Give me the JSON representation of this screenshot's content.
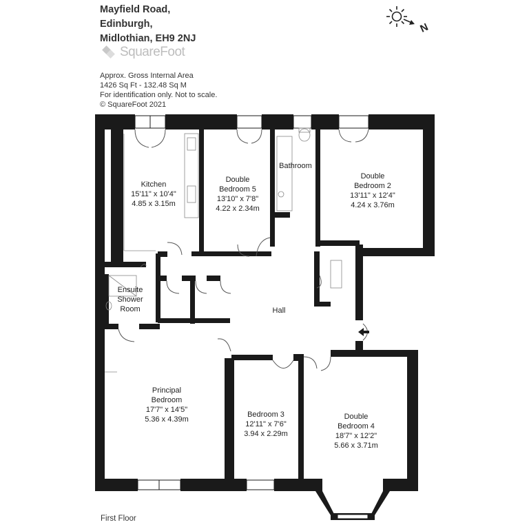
{
  "address": {
    "line1": "Mayfield Road,",
    "line2": "Edinburgh,",
    "line3": "Midlothian, EH9 2NJ"
  },
  "logo": {
    "text": "SquareFoot"
  },
  "info": {
    "area_label": "Approx. Gross Internal Area",
    "area_value": "1426 Sq Ft  -  132.48 Sq M",
    "disclaimer": "For identification only. Not to scale.",
    "copyright": "© SquareFoot 2021"
  },
  "compass": {
    "direction": "N",
    "icon": "sun-north-arrow-icon"
  },
  "floor": {
    "label": "First Floor"
  },
  "rooms": {
    "kitchen": {
      "name": "Kitchen",
      "imperial": "15'11\" x 10'4\"",
      "metric": "4.85 x 3.15m"
    },
    "bedroom5": {
      "name1": "Double",
      "name2": "Bedroom 5",
      "imperial": "13'10\" x 7'8\"",
      "metric": "4.22 x 2.34m"
    },
    "bathroom": {
      "name": "Bathroom"
    },
    "bedroom2": {
      "name1": "Double",
      "name2": "Bedroom 2",
      "imperial": "13'11\" x 12'4\"",
      "metric": "4.24 x 3.76m"
    },
    "ensuite": {
      "name1": "Ensuite",
      "name2": "Shower",
      "name3": "Room"
    },
    "hall": {
      "name": "Hall"
    },
    "principal": {
      "name1": "Principal",
      "name2": "Bedroom",
      "imperial": "17'7\" x 14'5\"",
      "metric": "5.36 x 4.39m"
    },
    "bedroom3": {
      "name": "Bedroom 3",
      "imperial": "12'11\" x 7'6\"",
      "metric": "3.94 x 2.29m"
    },
    "bedroom4": {
      "name1": "Double",
      "name2": "Bedroom 4",
      "imperial": "18'7\" x 12'2\"",
      "metric": "5.66 x 3.71m"
    }
  },
  "colors": {
    "wall": "#1a1a1a",
    "logo": "#bdbdbd",
    "text": "#222222"
  }
}
